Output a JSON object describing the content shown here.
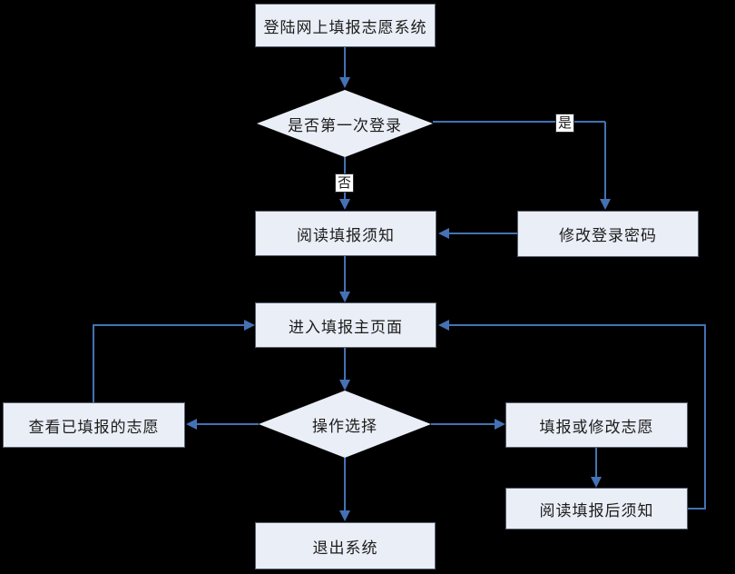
{
  "colors": {
    "background": "#000000",
    "connector": "#4472b4",
    "node-fill": "#eaeef6",
    "node-border": "#596273",
    "text": "#1c1c1c",
    "label-bg": "#ffffff",
    "label-border": "#2b2b2b"
  },
  "flowchart": {
    "nodes": {
      "login": {
        "label": "登陆网上填报志愿系统",
        "shape": "rect"
      },
      "first_login_decision": {
        "label": "是否第一次登录",
        "shape": "diamond"
      },
      "change_password": {
        "label": "修改登录密码",
        "shape": "rect"
      },
      "read_notice": {
        "label": "阅读填报须知",
        "shape": "rect"
      },
      "main_page": {
        "label": "进入填报主页面",
        "shape": "rect"
      },
      "operation_decision": {
        "label": "操作选择",
        "shape": "diamond"
      },
      "view_filled": {
        "label": "查看已填报的志愿",
        "shape": "rect"
      },
      "fill_modify": {
        "label": "填报或修改志愿",
        "shape": "rect"
      },
      "after_notice": {
        "label": "阅读填报后须知",
        "shape": "rect"
      },
      "exit": {
        "label": "退出系统",
        "shape": "rect"
      }
    },
    "edge_labels": {
      "yes": "是",
      "no": "否"
    },
    "edges": [
      {
        "from": "login",
        "to": "first_login_decision"
      },
      {
        "from": "first_login_decision",
        "to": "change_password",
        "label": "是"
      },
      {
        "from": "first_login_decision",
        "to": "read_notice",
        "label": "否"
      },
      {
        "from": "change_password",
        "to": "read_notice"
      },
      {
        "from": "read_notice",
        "to": "main_page"
      },
      {
        "from": "main_page",
        "to": "operation_decision"
      },
      {
        "from": "operation_decision",
        "to": "view_filled"
      },
      {
        "from": "operation_decision",
        "to": "fill_modify"
      },
      {
        "from": "operation_decision",
        "to": "exit"
      },
      {
        "from": "view_filled",
        "to": "main_page"
      },
      {
        "from": "fill_modify",
        "to": "after_notice"
      },
      {
        "from": "after_notice",
        "to": "main_page"
      }
    ]
  }
}
